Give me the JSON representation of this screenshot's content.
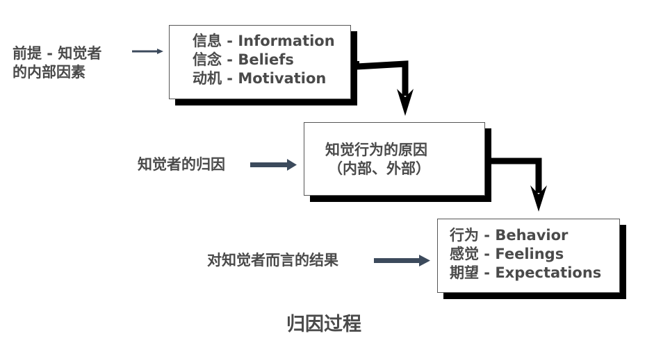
{
  "diagram": {
    "title": "归因过程",
    "inputs": [
      {
        "lines": [
          "前提 - 知觉者",
          "的内部因素"
        ]
      },
      {
        "lines": [
          "知觉者的归因"
        ]
      },
      {
        "lines": [
          "对知觉者而言的结果"
        ]
      }
    ],
    "boxes": [
      {
        "lines": [
          "信息 - Information",
          "信念 - Beliefs",
          "动机 - Motivation"
        ]
      },
      {
        "lines": [
          "知觉行为的原因",
          "（内部、外部）"
        ]
      },
      {
        "lines": [
          "行为 - Behavior",
          "感觉 - Feelings",
          "期望 - Expectations"
        ]
      }
    ],
    "colors": {
      "text": "#4a4a4a",
      "arrow_input": "#3c4a5c",
      "connector": "#000000",
      "shadow": "#000000",
      "border": "#555555"
    }
  }
}
